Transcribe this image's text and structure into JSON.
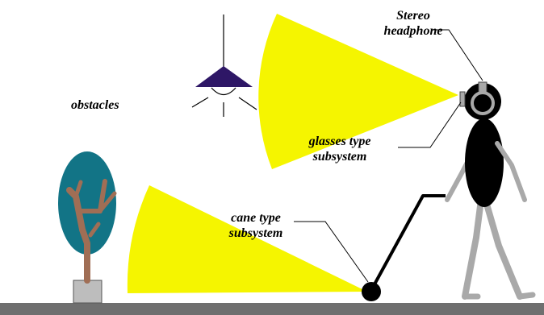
{
  "labels": {
    "stereo_headphone_line1": "Stereo",
    "stereo_headphone_line2": "headphone",
    "obstacles": "obstacles",
    "glasses_line1": "glasses type",
    "glasses_line2": "subsystem",
    "cane_line1": "cane type",
    "cane_line2": "subsystem"
  },
  "colors": {
    "sensor_beam": "#f5f500",
    "lamp_shade": "#2e1766",
    "tree_crown": "#127486",
    "tree_trunk": "#a06e55",
    "pot": "#bdbdbd",
    "ground": "#6f6f6f",
    "person_body": "#000000",
    "person_limbs": "#a9a9a9"
  }
}
